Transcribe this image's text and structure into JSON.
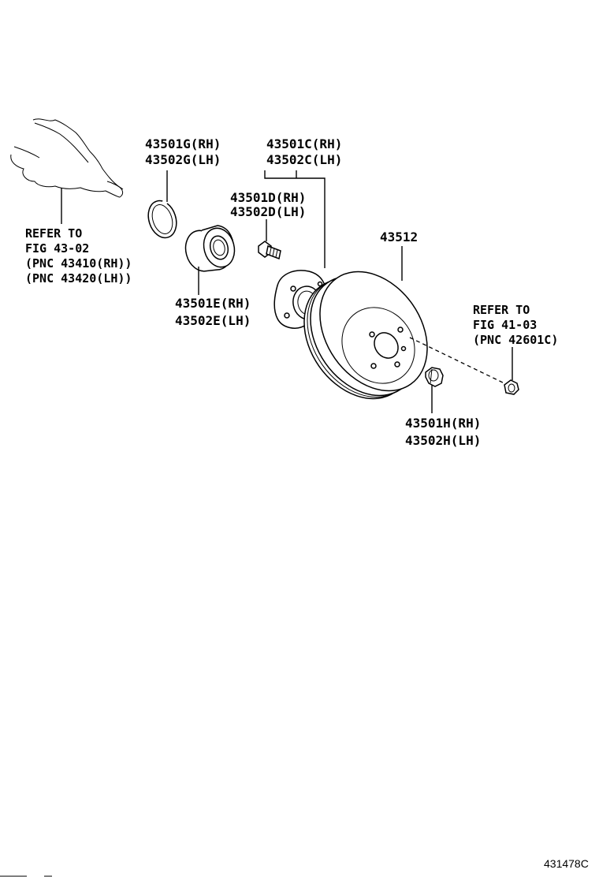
{
  "callouts": {
    "snap_ring": {
      "rh": "43501G(RH)",
      "lh": "43502G(LH)"
    },
    "hub_assembly": {
      "rh": "43501C(RH)",
      "lh": "43502C(LH)"
    },
    "hub_bolt": {
      "rh": "43501D(RH)",
      "lh": "43502D(LH)"
    },
    "bearing": {
      "rh": "43501E(RH)",
      "lh": "43502E(LH)"
    },
    "disc": {
      "pnc": "43512"
    },
    "nut": {
      "rh": "43501H(RH)",
      "lh": "43502H(LH)"
    }
  },
  "refs": {
    "knuckle": {
      "line1": "REFER TO",
      "line2": "FIG 43-02",
      "line3": "(PNC 43410(RH))",
      "line4": "(PNC 43420(LH))"
    },
    "wheel_nut": {
      "line1": "REFER TO",
      "line2": "FIG 41-03",
      "line3": "(PNC 42601C)"
    }
  },
  "figure_id": "431478C"
}
